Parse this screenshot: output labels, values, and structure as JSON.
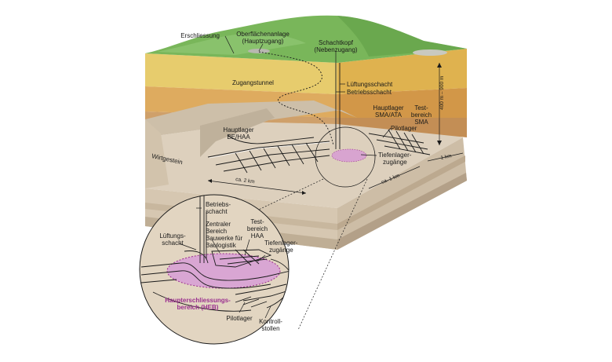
{
  "labels": {
    "erschliessung": "Erschliessung",
    "oberflaechenanlage_1": "Oberflächenanlage",
    "oberflaechenanlage_2": "(Hauptzugang)",
    "schachtkopf_1": "Schachtkopf",
    "schachtkopf_2": "(Nebenzugang)",
    "zugangstunnel": "Zugangstunnel",
    "lueftungsschacht": "Lüftungsschacht",
    "betriebsschacht": "Betriebsschacht",
    "hauptlager_be_1": "Hauptlager",
    "hauptlager_be_2": "BE/HAA",
    "hauptlager_sma_1": "Hauptlager",
    "hauptlager_sma_2": "SMA/ATA",
    "testbereich_sma_1": "Test-",
    "testbereich_sma_2": "bereich",
    "testbereich_sma_3": "SMA",
    "pilotlager": "Pilotlager",
    "tiefenlager_1": "Tiefenlager-",
    "tiefenlager_2": "zugänge",
    "wirtgestein": "Wirtgestein",
    "depth": "400 m – 900 m",
    "dist_2km": "ca. 2 km",
    "dist_1km": "ca. 1 km",
    "scale_1km": "1 km"
  },
  "detail": {
    "betriebsschacht_1": "Betriebs-",
    "betriebsschacht_2": "schacht",
    "zentral_1": "Zentraler",
    "zentral_2": "Bereich",
    "zentral_3": "Bauwerke für",
    "zentral_4": "Baulogistik",
    "test_haa_1": "Test-",
    "test_haa_2": "bereich",
    "test_haa_3": "HAA",
    "lueftung_1": "Lüftungs-",
    "lueftung_2": "schacht",
    "tiefen_1": "Tiefenlager-",
    "tiefen_2": "zugänge",
    "heb_1": "Haupterschliessungs-",
    "heb_2": "bereich (HEB)",
    "pilotlager": "Pilotlager",
    "kontroll_1": "Kontroll-",
    "kontroll_2": "stollen"
  },
  "colors": {
    "grass": "#7ab85a",
    "grass_dark": "#4f8f3a",
    "layer_yellow": "#e3c35a",
    "layer_orange": "#d9a556",
    "layer_brown": "#c99a5d",
    "rock": "#d9cbb6",
    "rock_dark": "#b9a88f",
    "heb": "#9b2f8f"
  }
}
